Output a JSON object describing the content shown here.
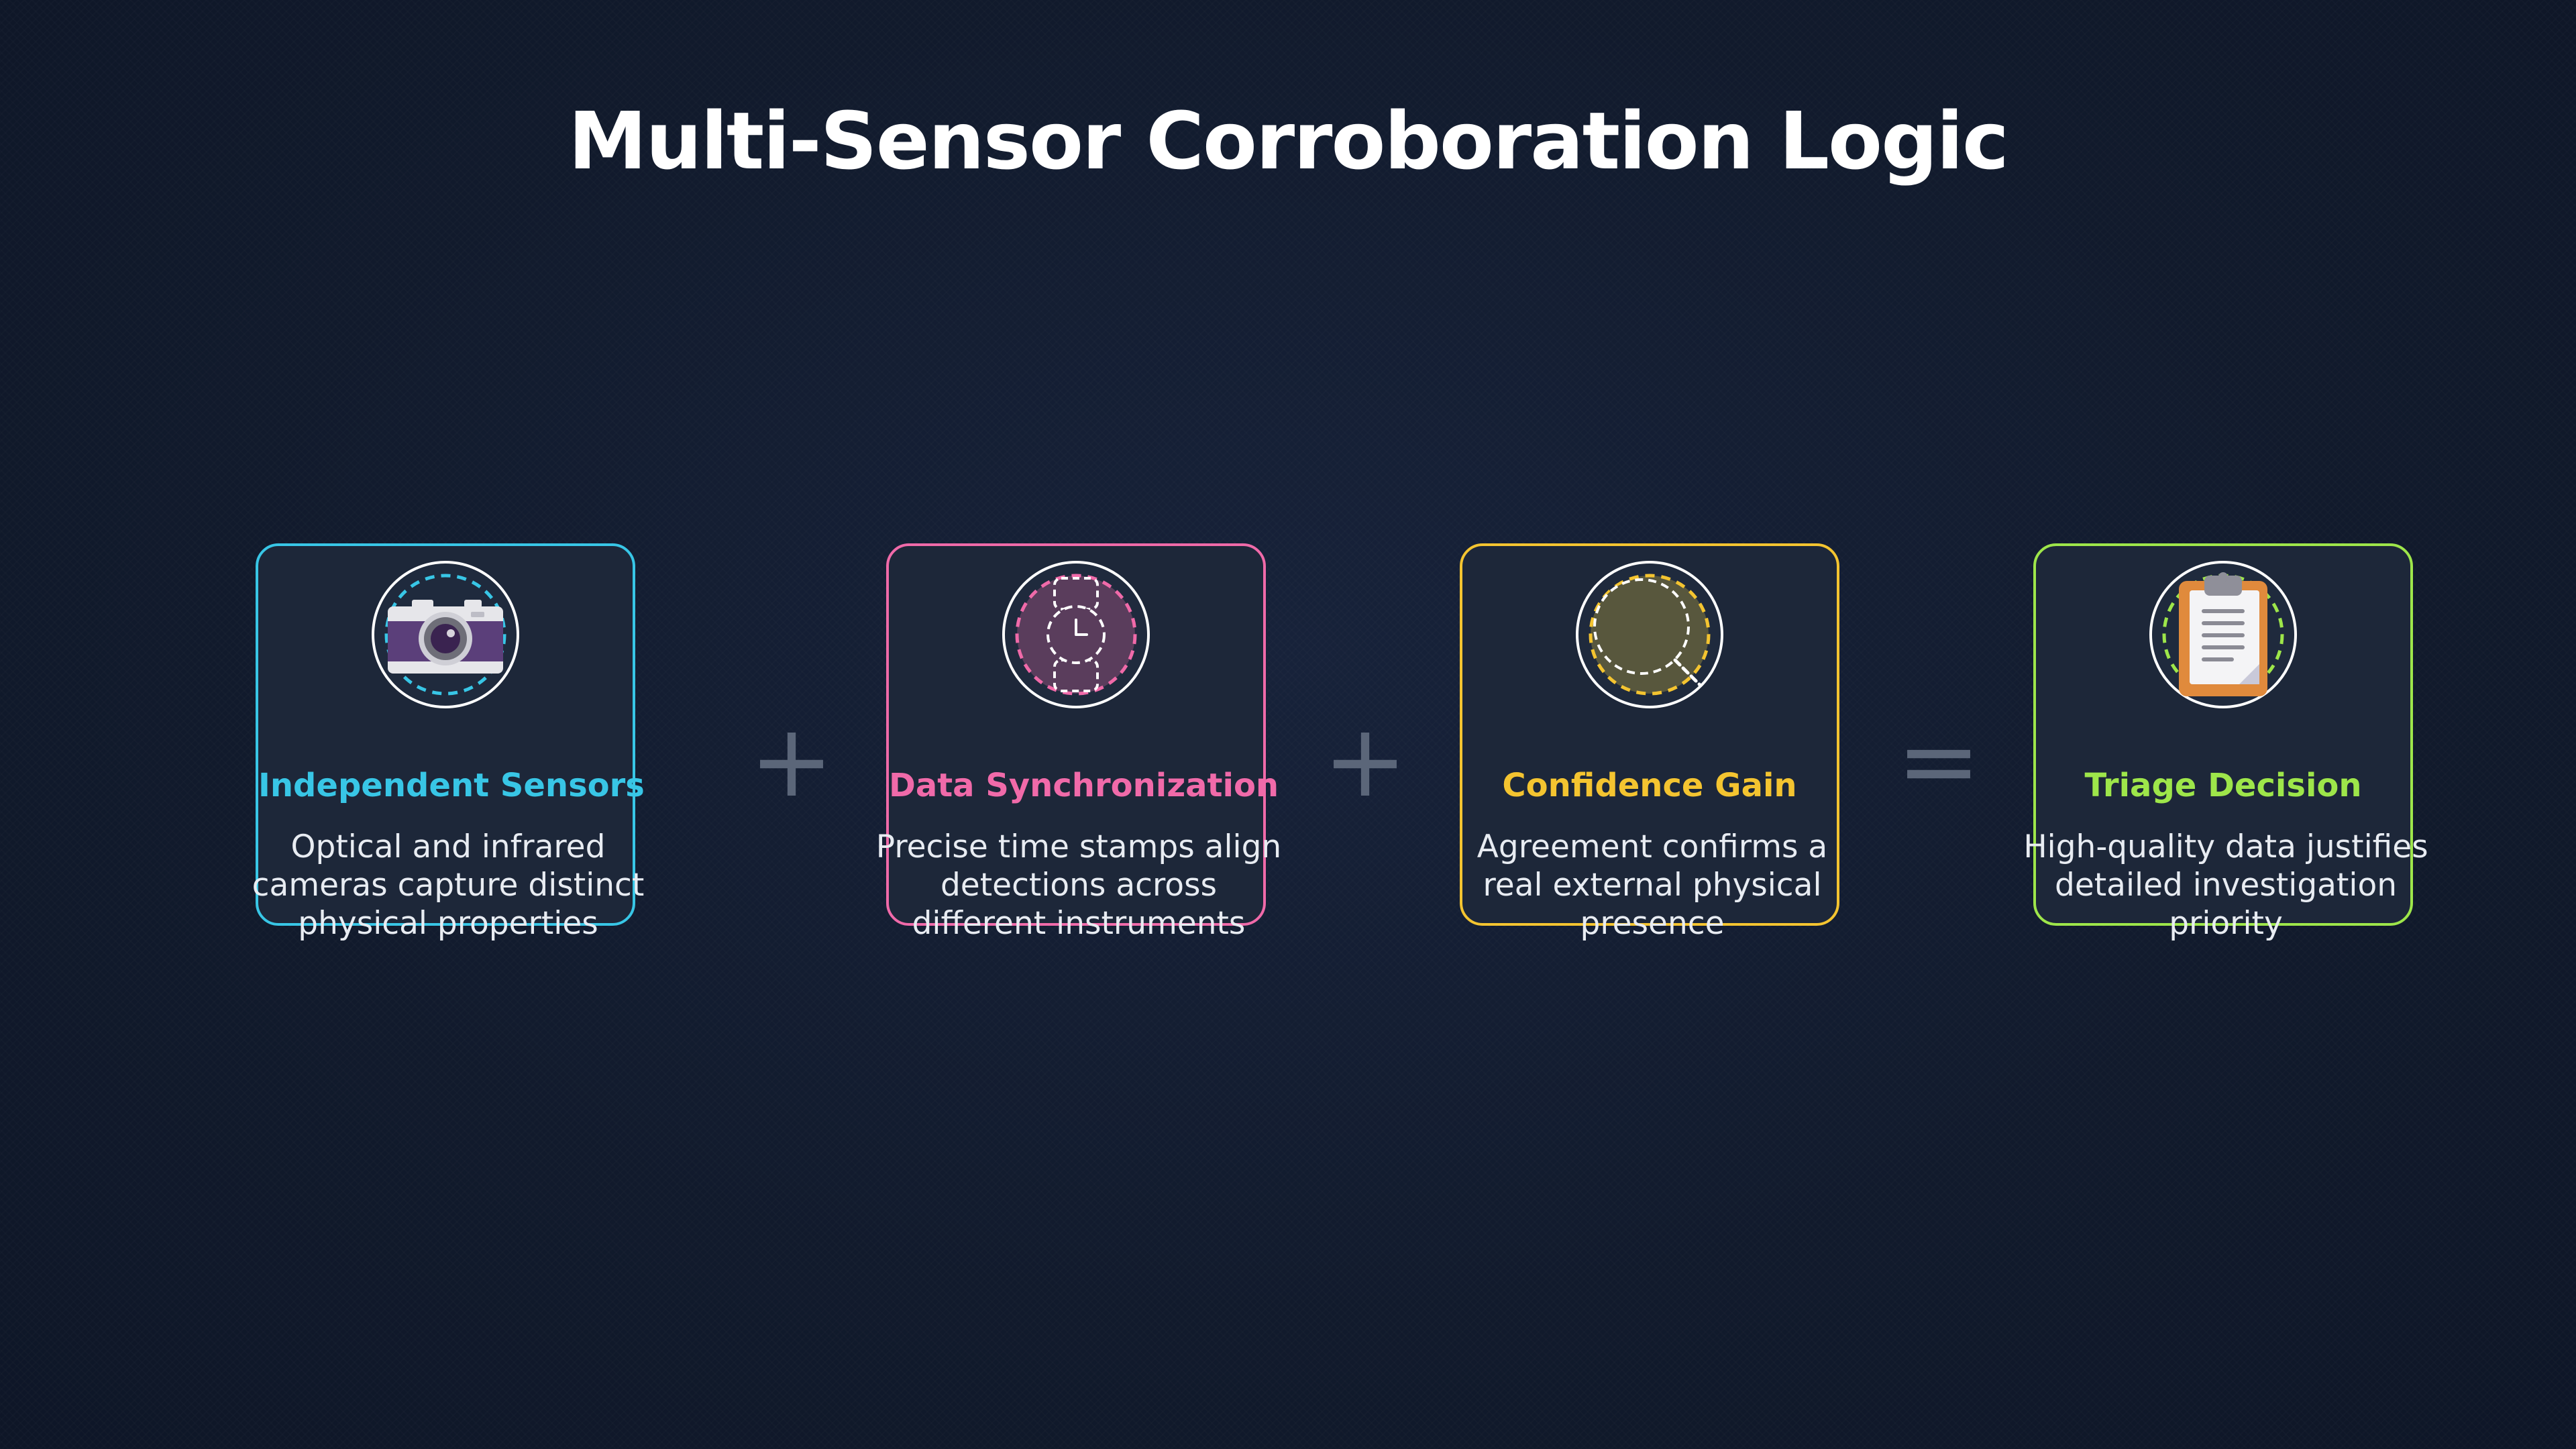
{
  "title": "Multi-Sensor Corroboration Logic",
  "operators": [
    "+",
    "+",
    "="
  ],
  "cards": [
    {
      "title": "Independent Sensors",
      "description": "Optical and infrared cameras capture distinct physical properties",
      "accent": "#38c6e6",
      "icon": "camera-icon"
    },
    {
      "title": "Data Synchronization",
      "description": "Precise time stamps align detections across different instruments",
      "accent": "#f06aa9",
      "icon": "watch-icon"
    },
    {
      "title": "Confidence Gain",
      "description": "Agreement confirms a real external physical presence",
      "accent": "#f4c430",
      "icon": "magnifier-icon"
    },
    {
      "title": "Triage Decision",
      "description": "High-quality data justifies detailed investigation priority",
      "accent": "#9ee64a",
      "icon": "clipboard-icon"
    }
  ]
}
